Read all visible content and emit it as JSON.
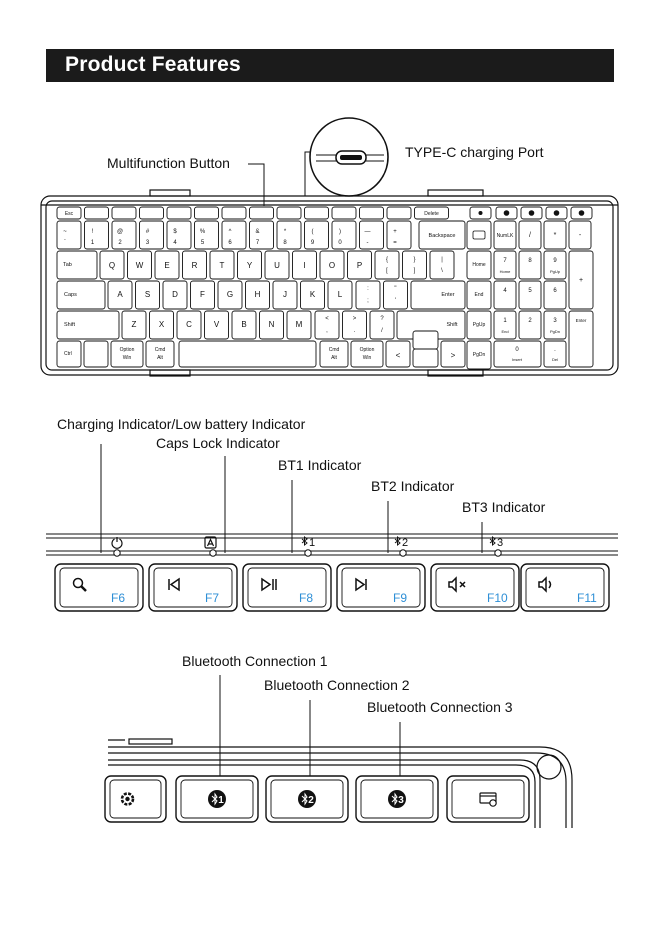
{
  "heading": "Product Features",
  "labels": {
    "multifunction_button": "Multifunction Button",
    "type_c_port": "TYPE-C charging Port",
    "charging_indicator": "Charging Indicator/Low battery Indicator",
    "caps_lock_indicator": "Caps Lock Indicator",
    "bt1_indicator": "BT1 Indicator",
    "bt2_indicator": "BT2 Indicator",
    "bt3_indicator": "BT3 Indicator",
    "bt_connection_1": "Bluetooth Connection 1",
    "bt_connection_2": "Bluetooth Connection 2",
    "bt_connection_3": "Bluetooth Connection 3"
  },
  "keyboard": {
    "fn_row": [
      "Esc",
      "",
      "",
      "",
      "",
      "",
      "",
      "",
      "",
      "",
      "",
      "",
      "",
      "Delete"
    ],
    "num_row": [
      [
        "~",
        "`"
      ],
      [
        "!",
        "1"
      ],
      [
        "@",
        "2"
      ],
      [
        "#",
        "3"
      ],
      [
        "$",
        "4"
      ],
      [
        "%",
        "5"
      ],
      [
        "^",
        "6"
      ],
      [
        "&",
        "7"
      ],
      [
        "*",
        "8"
      ],
      [
        "(",
        "9"
      ],
      [
        ")",
        "0"
      ],
      [
        "—",
        "-"
      ],
      [
        "+",
        "="
      ]
    ],
    "backspace": "Backspace",
    "tab": "Tab",
    "q_row": [
      "Q",
      "W",
      "E",
      "R",
      "T",
      "Y",
      "U",
      "I",
      "O",
      "P"
    ],
    "q_row_brackets": [
      [
        "{",
        "["
      ],
      [
        "}",
        "]"
      ],
      [
        "|",
        "\\"
      ]
    ],
    "caps": "Caps",
    "a_row": [
      "A",
      "S",
      "D",
      "F",
      "G",
      "H",
      "J",
      "K",
      "L"
    ],
    "a_row_punct": [
      [
        ":",
        ";"
      ],
      [
        "\"",
        "'"
      ]
    ],
    "enter": "Enter",
    "shift": "Shift",
    "z_row": [
      "Z",
      "X",
      "C",
      "V",
      "B",
      "N",
      "M"
    ],
    "z_row_punct": [
      [
        "<",
        ","
      ],
      [
        ">",
        "."
      ],
      [
        "?",
        "/"
      ]
    ],
    "ctrl": "Ctrl",
    "option": [
      "Option",
      "Win"
    ],
    "cmd": [
      "Cmd",
      "Alt"
    ],
    "numpad_top": [
      "NumLK",
      "/",
      "*",
      "-"
    ],
    "numpad_side": [
      "Home",
      "End",
      "PgUp",
      "PgDn"
    ],
    "numpad_plus": "+",
    "numpad_enter": "Enter",
    "numpad_zero": [
      "0",
      "Insert"
    ],
    "numpad_dot": [
      ".",
      "Del"
    ],
    "numpad_nums": [
      [
        "7",
        "Home"
      ],
      [
        "8",
        ""
      ],
      [
        "9",
        "PgUp"
      ],
      [
        "4",
        ""
      ],
      [
        "5",
        ""
      ],
      [
        "6",
        ""
      ],
      [
        "1",
        "End"
      ],
      [
        "2",
        ""
      ],
      [
        "3",
        "PgDn"
      ]
    ]
  },
  "fkeys": [
    {
      "label": "F6",
      "icon": "search-icon"
    },
    {
      "label": "F7",
      "icon": "previous-track-icon"
    },
    {
      "label": "F8",
      "icon": "play-pause-icon"
    },
    {
      "label": "F9",
      "icon": "next-track-icon"
    },
    {
      "label": "F10",
      "icon": "mute-icon"
    },
    {
      "label": "F11",
      "icon": "volume-down-icon"
    }
  ],
  "indicator_marks": [
    "1",
    "2",
    "3"
  ],
  "bt_keys": [
    "1",
    "2",
    "3"
  ],
  "colors": {
    "fkey_label": "#2e8fd6",
    "banner": "#1b1b1b"
  }
}
